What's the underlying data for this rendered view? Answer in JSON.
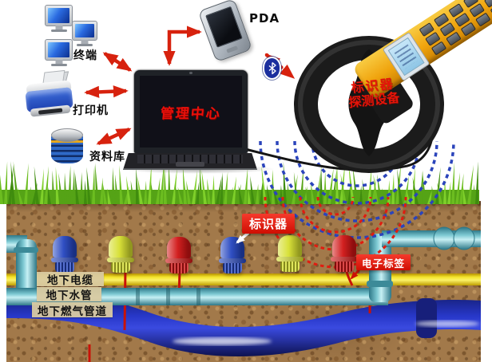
{
  "diagram": {
    "top": {
      "terminal_label": "终端",
      "printer_label": "打印机",
      "database_label": "资料库",
      "laptop_screen_text": "管理中心",
      "pda_label": "PDA",
      "detector_label_line1": "标识器",
      "detector_label_line2": "探测设备"
    },
    "underground": {
      "marker_callout_label": "标识器",
      "tag_callout_label": "电子标签",
      "pipe_labels": [
        "地下电缆",
        "地下水管",
        "地下燃气管道"
      ],
      "markers": [
        {
          "color_name": "blue",
          "hex": "#2546c0"
        },
        {
          "color_name": "yellow",
          "hex": "#d6df2e"
        },
        {
          "color_name": "red",
          "hex": "#d01414"
        },
        {
          "color_name": "blue",
          "hex": "#2546c0"
        },
        {
          "color_name": "yellow",
          "hex": "#d6df2e"
        },
        {
          "color_name": "red",
          "hex": "#d01414"
        }
      ]
    },
    "colors": {
      "arrow_red": "#d7220e",
      "wave_blue": "#2b44bb",
      "wave_red": "#e01c10",
      "callout_bg": "#e8150a",
      "pipe_label_bg": "#d9caa1",
      "soil_brown": "#a2794a",
      "grass_green": "#55a316",
      "cable_pipe_yellow": "#f2df2a",
      "water_pipe_cyan": "#7cc8d2",
      "gas_pipe_blue": "#2333c0",
      "detector_handle_yellow": "#f0a81c",
      "bluetooth_blue": "#1b2f9e"
    }
  }
}
